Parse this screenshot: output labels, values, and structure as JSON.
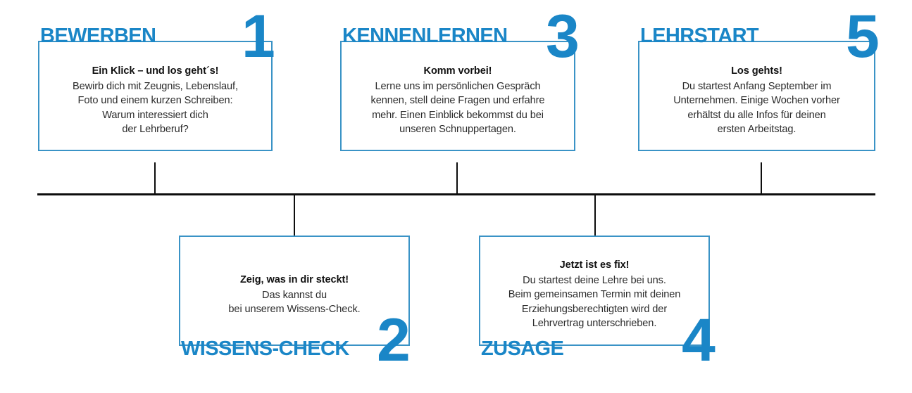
{
  "meta": {
    "accent_blue": "#1a86c7",
    "box_border_blue": "#3a93c6",
    "timeline_black": "#0d0d0d",
    "body_text": "#2b2b2b",
    "background": "#ffffff"
  },
  "steps": [
    {
      "number": "1",
      "title": "BEWERBEN",
      "position": "top",
      "lead": "Ein Klick – und los geht´s!",
      "lines": [
        "Bewirb dich mit Zeugnis, Lebenslauf,",
        "Foto und einem kurzen Schreiben:",
        "Warum interessiert dich",
        "der Lehrberuf?"
      ]
    },
    {
      "number": "2",
      "title": "WISSENS-CHECK",
      "position": "bottom",
      "lead": "Zeig, was in dir steckt!",
      "lines": [
        "Das kannst du",
        "bei unserem Wissens-Check."
      ]
    },
    {
      "number": "3",
      "title": "KENNENLERNEN",
      "position": "top",
      "lead": "Komm vorbei!",
      "lines": [
        "Lerne uns im persönlichen Gespräch",
        "kennen, stell deine Fragen und erfahre",
        "mehr. Einen Einblick bekommst du bei",
        "unseren Schnuppertagen."
      ]
    },
    {
      "number": "4",
      "title": "ZUSAGE",
      "position": "bottom",
      "lead": "Jetzt ist es fix!",
      "lines": [
        "Du startest deine Lehre bei uns.",
        "Beim gemeinsamen Termin mit deinen",
        "Erziehungsberechtigten wird der",
        "Lehrvertrag unterschrieben."
      ]
    },
    {
      "number": "5",
      "title": "LEHRSTART",
      "position": "top",
      "lead": "Los gehts!",
      "lines": [
        "Du startest Anfang September im",
        "Unternehmen. Einige Wochen vorher",
        "erhältst du alle Infos für deinen",
        "ersten Arbeitstag."
      ]
    }
  ]
}
